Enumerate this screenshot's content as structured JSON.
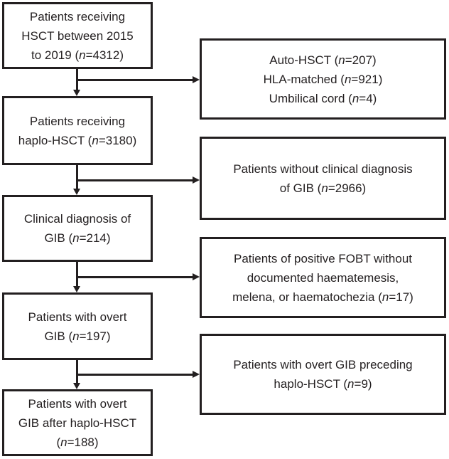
{
  "colors": {
    "line": "#231f20",
    "background": "#ffffff",
    "text": "#231f20"
  },
  "flow": {
    "main_boxes": [
      {
        "lines": [
          {
            "pre": "Patients receiving"
          },
          {
            "pre": "HSCT between 2015"
          },
          {
            "pre": "to 2019 (",
            "n": "n",
            "post": "=4312)"
          }
        ]
      },
      {
        "lines": [
          {
            "pre": "Patients receiving"
          },
          {
            "pre": "haplo-HSCT (",
            "n": "n",
            "post": "=3180)"
          }
        ]
      },
      {
        "lines": [
          {
            "pre": "Clinical diagnosis of"
          },
          {
            "pre": "GIB (",
            "n": "n",
            "post": "=214)"
          }
        ]
      },
      {
        "lines": [
          {
            "pre": "Patients with overt"
          },
          {
            "pre": "GIB (",
            "n": "n",
            "post": "=197)"
          }
        ]
      },
      {
        "lines": [
          {
            "pre": "Patients with overt"
          },
          {
            "pre": "GIB after haplo-HSCT"
          },
          {
            "pre": "(",
            "n": "n",
            "post": "=188)"
          }
        ]
      }
    ],
    "side_boxes": [
      {
        "lines": [
          {
            "pre": "Auto-HSCT (",
            "n": "n",
            "post": "=207)"
          },
          {
            "pre": "HLA-matched (",
            "n": "n",
            "post": "=921)"
          },
          {
            "pre": "Umbilical cord (",
            "n": "n",
            "post": "=4)"
          }
        ]
      },
      {
        "lines": [
          {
            "pre": "Patients without clinical diagnosis"
          },
          {
            "pre": "of GIB (",
            "n": "n",
            "post": "=2966)"
          }
        ]
      },
      {
        "lines": [
          {
            "pre": "Patients of positive FOBT without"
          },
          {
            "pre": "documented haematemesis,"
          },
          {
            "pre": "melena, or haematochezia (",
            "n": "n",
            "post": "=17)"
          }
        ]
      },
      {
        "lines": [
          {
            "pre": "Patients with overt GIB preceding"
          },
          {
            "pre": "haplo-HSCT (",
            "n": "n",
            "post": "=9)"
          }
        ]
      }
    ]
  }
}
